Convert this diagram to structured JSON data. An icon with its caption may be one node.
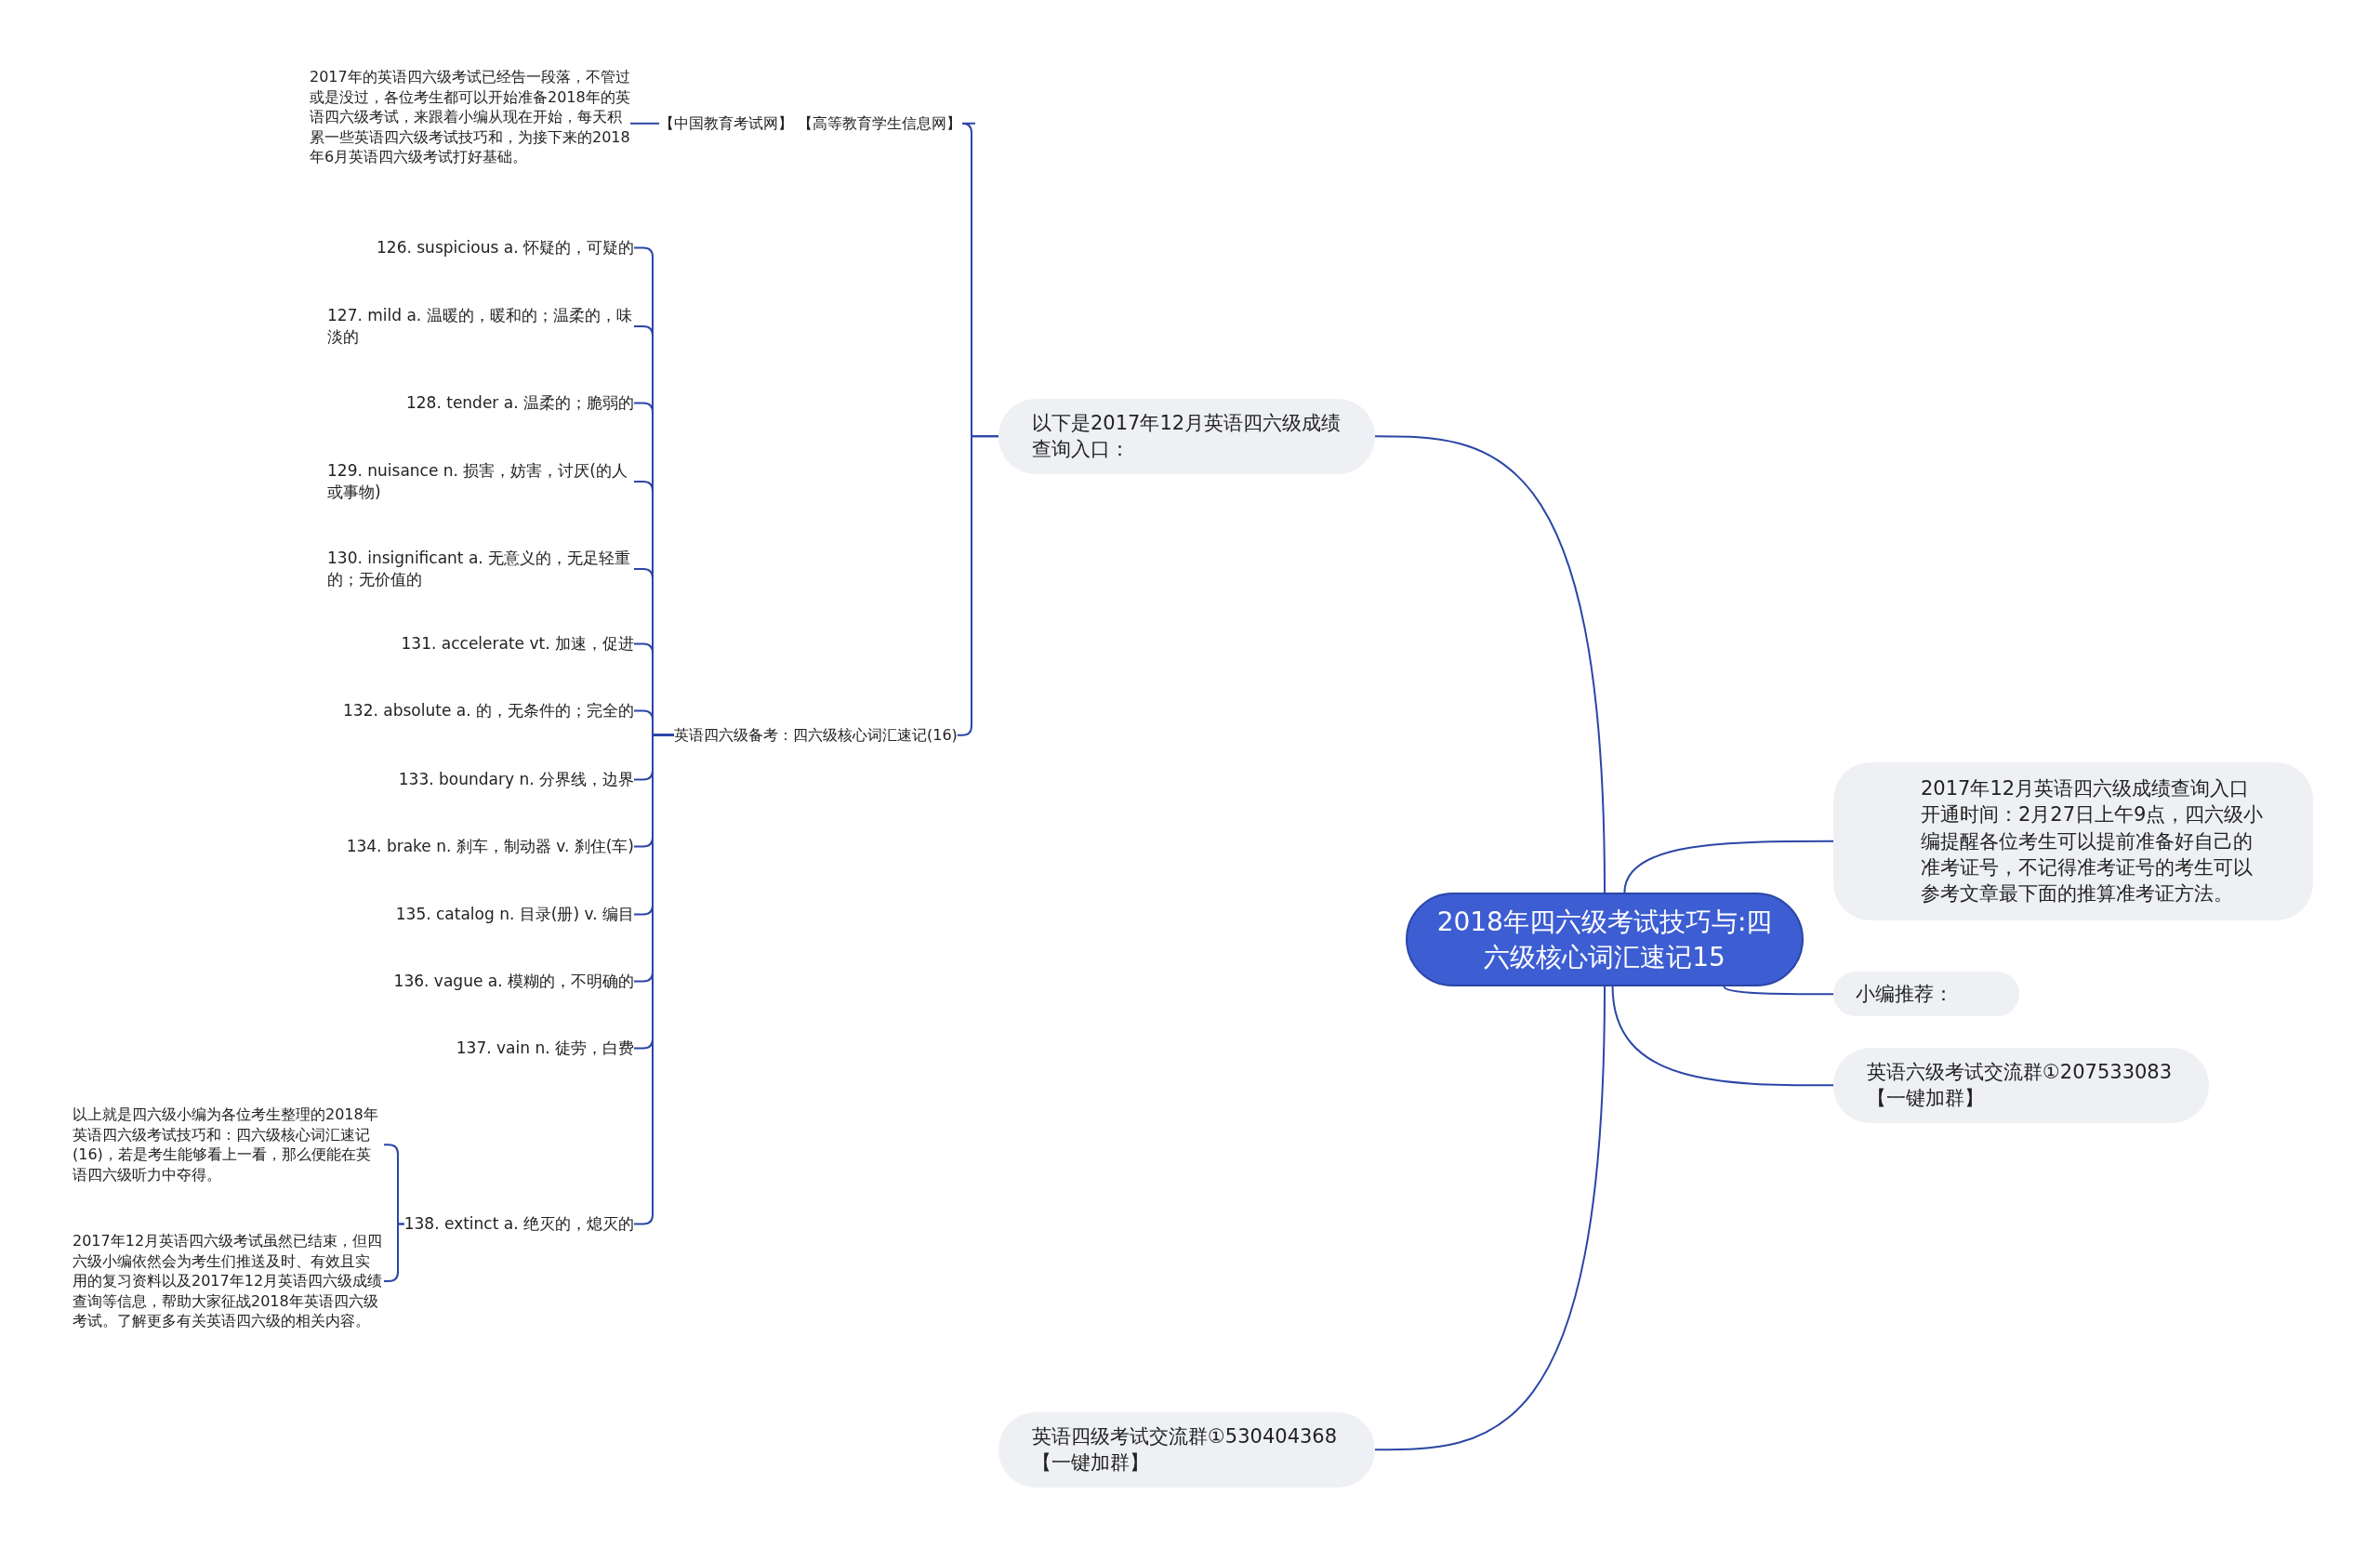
{
  "diagram": {
    "nodes": [
      {
        "text": [
          "2018年四六级考试技巧与:四六级核心词汇速记15"
        ]
      },
      {
        "text": [
          "以下是2017年12月英语四六级成绩查询入口："
        ]
      },
      {
        "text": [
          "【中国教育考试网】 【高等教育学生信息网】"
        ]
      },
      {
        "text": [
          "2017年的英语四六级考试已经告一段落，不管过或是没过，各位考生都可以开始准备2018年的英语四六级考试，来跟着小编从现在开始，每天积累一些英语四六级考试技巧和，为接下来的2018年6月英语四六级考试打好基础。"
        ]
      },
      {
        "text": [
          "英语四六级备考：四六级核心词汇速记(16)"
        ]
      },
      {
        "text": [
          "126. suspicious a. 怀疑的，可疑的"
        ]
      },
      {
        "text": [
          "127. mild a. 温暖的，暖和的；温柔的，味淡的"
        ]
      },
      {
        "text": [
          "128. tender a. 温柔的；脆弱的"
        ]
      },
      {
        "text": [
          "129. nuisance n. 损害，妨害，讨厌(的人或事物)"
        ]
      },
      {
        "text": [
          "130. insignificant a. 无意义的，无足轻重的；无价值的"
        ]
      },
      {
        "text": [
          "131. accelerate vt. 加速，促进"
        ]
      },
      {
        "text": [
          "132. absolute a. 的，无条件的；完全的"
        ]
      },
      {
        "text": [
          "133. boundary n. 分界线，边界"
        ]
      },
      {
        "text": [
          "134. brake n. 刹车，制动器 v. 刹住(车)"
        ]
      },
      {
        "text": [
          "135. catalog n. 目录(册) v. 编目"
        ]
      },
      {
        "text": [
          "136. vague a. 模糊的，不明确的"
        ]
      },
      {
        "text": [
          "137. vain n. 徒劳，白费"
        ]
      },
      {
        "text": [
          "138. extinct a. 绝灭的，熄灭的"
        ]
      },
      {
        "text": [
          "以上就是四六级小编为各位考生整理的2018年英语四六级考试技巧和：四六级核心词汇速记(16)，若是考生能够看上一看，那么便能在英语四六级听力中夺得。"
        ]
      },
      {
        "text": [
          "2017年12月英语四六级考试虽然已结束，但四六级小编依然会为考生们推送及时、有效且实用的复习资料以及2017年12月英语四六级成绩查询等信息，帮助大家征战2018年英语四六级考试。了解更多有关英语四六级的相关内容。"
        ]
      },
      {
        "text": [
          "英语四级考试交流群①530404368【一键加群】"
        ]
      },
      {
        "text": [
          "2017年12月英语四六级成绩查询入口开通时间：2月27日上午9点，四六级小编提醒各位考生可以提前准备好自己的准考证号，不记得准考证号的考生可以参考文章最下面的推算准考证方法。"
        ]
      },
      {
        "text": [
          "小编推荐："
        ]
      },
      {
        "text": [
          "英语六级考试交流群①207533083【一键加群】"
        ]
      }
    ],
    "edges": [
      {
        "from": 0,
        "to": 1,
        "arrow": "none"
      },
      {
        "from": 1,
        "to": 2,
        "arrow": "none"
      },
      {
        "from": 2,
        "to": 3,
        "arrow": "none"
      },
      {
        "from": 1,
        "to": 4,
        "arrow": "none"
      },
      {
        "from": 4,
        "to": 5,
        "arrow": "none"
      },
      {
        "from": 4,
        "to": 6,
        "arrow": "none"
      },
      {
        "from": 4,
        "to": 7,
        "arrow": "none"
      },
      {
        "from": 4,
        "to": 8,
        "arrow": "none"
      },
      {
        "from": 4,
        "to": 9,
        "arrow": "none"
      },
      {
        "from": 4,
        "to": 10,
        "arrow": "none"
      },
      {
        "from": 4,
        "to": 11,
        "arrow": "none"
      },
      {
        "from": 4,
        "to": 12,
        "arrow": "none"
      },
      {
        "from": 4,
        "to": 13,
        "arrow": "none"
      },
      {
        "from": 4,
        "to": 14,
        "arrow": "none"
      },
      {
        "from": 4,
        "to": 15,
        "arrow": "none"
      },
      {
        "from": 4,
        "to": 16,
        "arrow": "none"
      },
      {
        "from": 4,
        "to": 17,
        "arrow": "none"
      },
      {
        "from": 17,
        "to": 18,
        "arrow": "none"
      },
      {
        "from": 17,
        "to": 19,
        "arrow": "none"
      },
      {
        "from": 0,
        "to": 20,
        "arrow": "none"
      },
      {
        "from": 0,
        "to": 21,
        "arrow": "none"
      },
      {
        "from": 0,
        "to": 22,
        "arrow": "none"
      },
      {
        "from": 0,
        "to": 23,
        "arrow": "none"
      }
    ]
  }
}
